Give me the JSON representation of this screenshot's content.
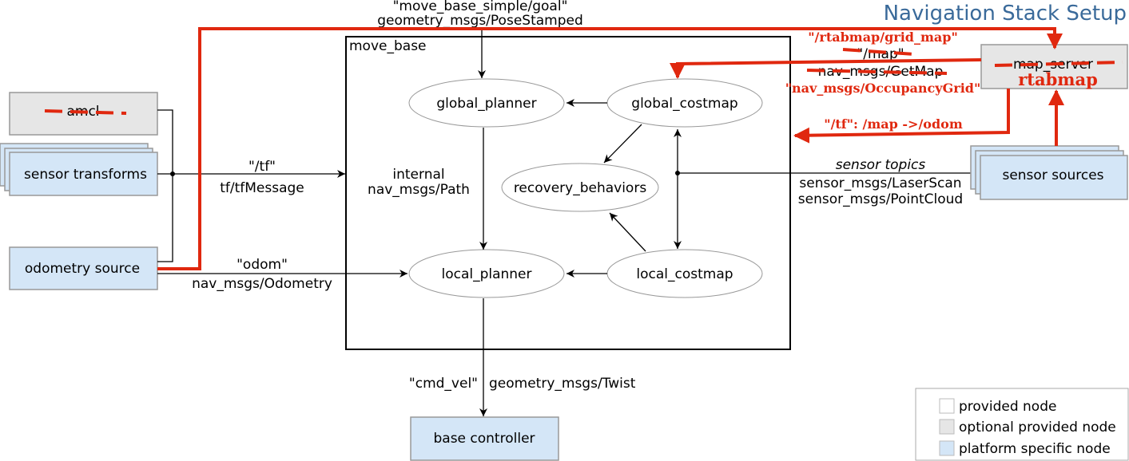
{
  "title": "Navigation Stack Setup",
  "colors": {
    "title": "#3a6a9a",
    "annotation": "#e0280f",
    "optional_node": "#e6e6e6",
    "platform_node": "#d4e6f7"
  },
  "nodes": {
    "amcl": "amcl",
    "sensor_transforms": "sensor transforms",
    "odometry_source": "odometry source",
    "map_server": "map_server",
    "sensor_sources": "sensor sources",
    "base_controller": "base controller",
    "move_base": "move_base",
    "global_planner": "global_planner",
    "global_costmap": "global_costmap",
    "recovery_behaviors": "recovery_behaviors",
    "local_planner": "local_planner",
    "local_costmap": "local_costmap"
  },
  "edges": {
    "goal_topic": "\"move_base_simple/goal\"",
    "goal_type": "geometry_msgs/PoseStamped",
    "tf_topic": "\"/tf\"",
    "tf_type": "tf/tfMessage",
    "odom_topic": "\"odom\"",
    "odom_type": "nav_msgs/Odometry",
    "internal_1": "internal",
    "internal_2": "nav_msgs/Path",
    "map_topic": "\"/map\"",
    "map_type": "nav_msgs/GetMap",
    "sensor_topics": "sensor topics",
    "laser": "sensor_msgs/LaserScan",
    "cloud": "sensor_msgs/PointCloud",
    "cmd_topic": "\"cmd_vel\"",
    "cmd_type": "geometry_msgs/Twist"
  },
  "annotations": {
    "grid_map": "\"/rtabmap/grid_map\"",
    "occupancy": "\"nav_msgs/OccupancyGrid\"",
    "rtabmap": "rtabmap",
    "tf_map_odom": "\"/tf\": /map ->/odom"
  },
  "legend": [
    {
      "label": "provided node",
      "color": "#ffffff"
    },
    {
      "label": "optional provided node",
      "color": "#e6e6e6"
    },
    {
      "label": "platform specific node",
      "color": "#d4e6f7"
    }
  ]
}
